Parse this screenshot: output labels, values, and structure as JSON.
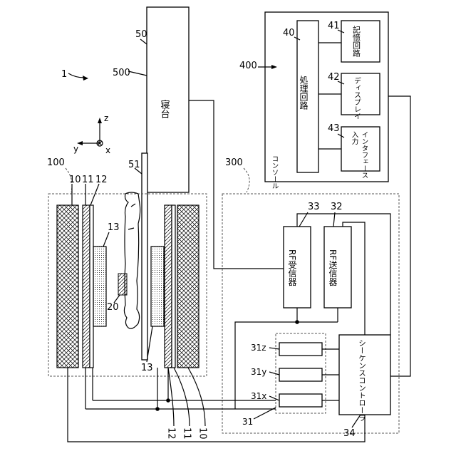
{
  "system_label": "1",
  "axes": {
    "z": "z",
    "y": "y",
    "x": "x"
  },
  "gantry": {
    "ref": "100",
    "magnet": "10",
    "gradient_coil": "11",
    "rf_coil": "12",
    "receive_coil": "13",
    "subject": "20"
  },
  "couch": {
    "ref": "500",
    "bed_ref": "50",
    "bed_label": "寝台",
    "top_ref": "51"
  },
  "control": {
    "ref": "300",
    "rf_receiver": {
      "ref": "33",
      "label": "RF受信器"
    },
    "rf_transmitter": {
      "ref": "32",
      "label": "RF送信器"
    },
    "gradient_power": {
      "ref": "31",
      "x": "31x",
      "y": "31y",
      "z": "31z"
    },
    "sequence_controller": {
      "ref": "34",
      "label": "シーケンスコントローラ"
    }
  },
  "console": {
    "ref": "400",
    "title": "コンソール",
    "processing": {
      "ref": "40",
      "label": "処理回路"
    },
    "memory": {
      "ref": "41",
      "label": "記憶回路"
    },
    "display": {
      "ref": "42",
      "label": "ディスプレイ"
    },
    "input": {
      "ref": "43",
      "label": "入力インタフェース",
      "line1": "入力",
      "line2": "インタフェース"
    }
  },
  "bottom_labels": {
    "left": [
      "12",
      "11",
      "10"
    ]
  }
}
